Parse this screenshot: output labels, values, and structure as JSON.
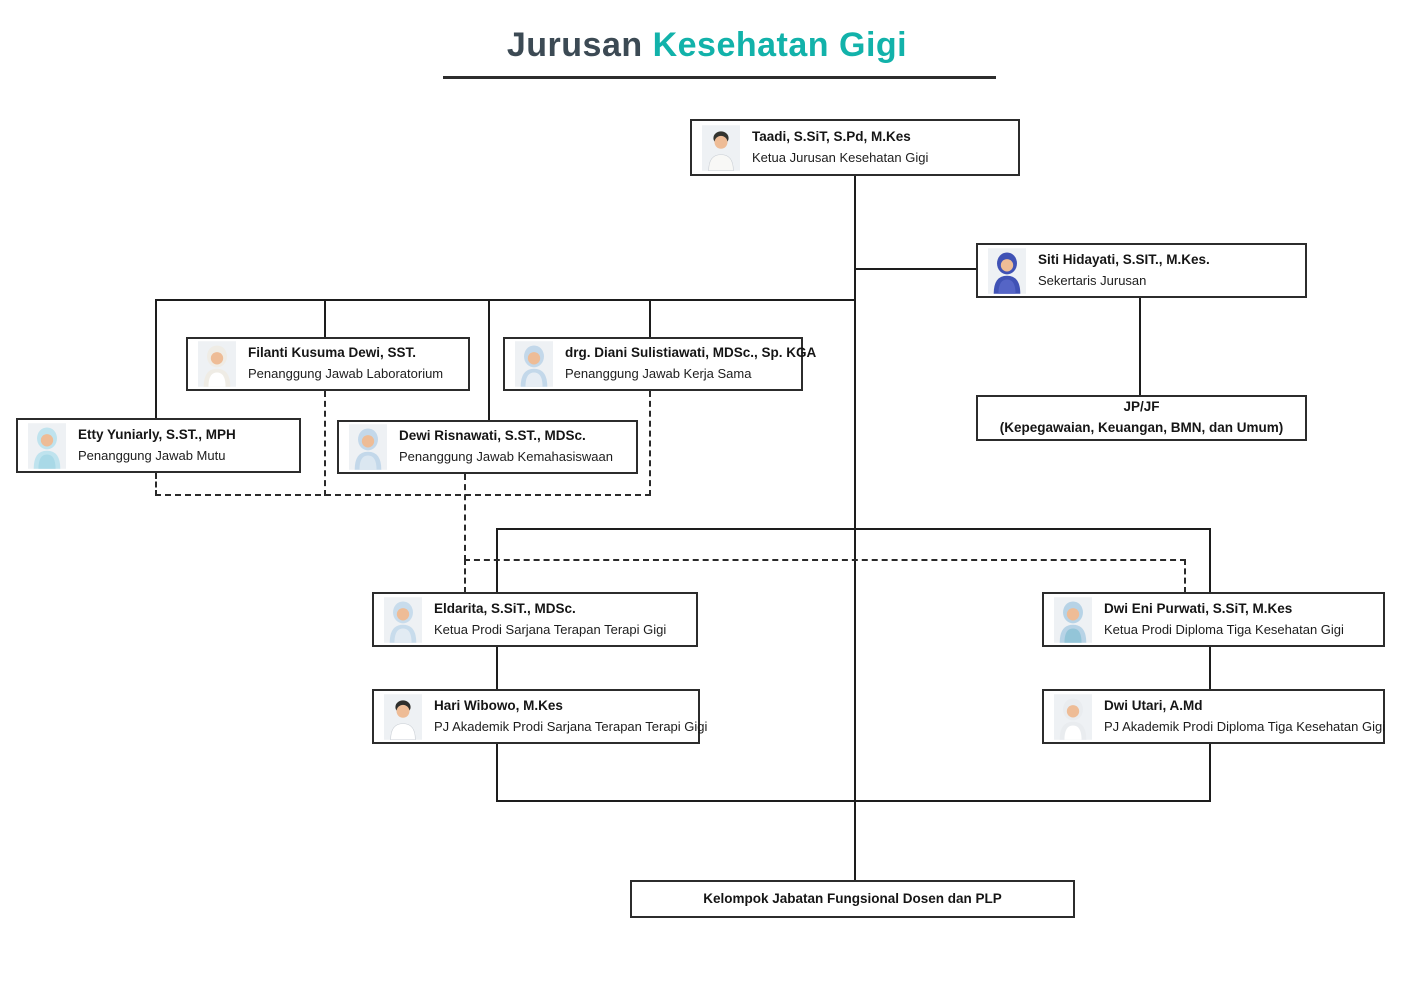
{
  "title": {
    "prefix": "Jurusan ",
    "highlight": "Kesehatan Gigi"
  },
  "colors": {
    "accent": "#12b2aa",
    "heading": "#3c4a54",
    "line": "#1d1d1d"
  },
  "nodes": {
    "taadi": {
      "name": "Taadi, S.SiT, S.Pd, M.Kes",
      "role": "Ketua Jurusan Kesehatan Gigi",
      "avatar": {
        "kind": "male",
        "main": "#33342f",
        "top": "#f8f8f6",
        "skin": "#eebc96"
      }
    },
    "siti": {
      "name": "Siti Hidayati, S.SIT., M.Kes.",
      "role": "Sekertaris Jurusan",
      "avatar": {
        "kind": "hijab",
        "main": "#4052b5",
        "top": "#5565c6",
        "skin": "#eebc96"
      }
    },
    "jpjf": {
      "line1": "JP/JF",
      "line2": "(Kepegawaian, Keuangan, BMN, dan Umum)"
    },
    "filanti": {
      "name": "Filanti Kusuma Dewi, SST.",
      "role": "Penanggung Jawab Laboratorium",
      "avatar": {
        "kind": "hijab",
        "main": "#efece5",
        "top": "#ffffff",
        "skin": "#eebc96"
      }
    },
    "diani": {
      "name": "drg. Diani Sulistiawati, MDSc., Sp. KGA",
      "role": "Penanggung Jawab Kerja Sama",
      "avatar": {
        "kind": "hijab",
        "main": "#c3d8ea",
        "top": "#e6edf4",
        "skin": "#eebc96"
      }
    },
    "etty": {
      "name": "Etty Yuniarly, S.ST., MPH",
      "role": "Penanggung Jawab Mutu",
      "avatar": {
        "kind": "hijab",
        "main": "#bfe3ee",
        "top": "#a9d9e7",
        "skin": "#eebc96"
      }
    },
    "dewi": {
      "name": "Dewi Risnawati, S.ST., MDSc.",
      "role": "Penanggung Jawab Kemahasiswaan",
      "avatar": {
        "kind": "hijab",
        "main": "#c3d8ea",
        "top": "#dbe7f1",
        "skin": "#eebc96"
      }
    },
    "eldarita": {
      "name": "Eldarita, S.SiT., MDSc.",
      "role": "Ketua Prodi Sarjana Terapan Terapi Gigi",
      "avatar": {
        "kind": "hijab",
        "main": "#c8dcec",
        "top": "#e2ebf3",
        "skin": "#eebc96"
      }
    },
    "hari": {
      "name": "Hari Wibowo, M.Kes",
      "role": "PJ Akademik Prodi Sarjana Terapan Terapi Gigi",
      "avatar": {
        "kind": "male",
        "main": "#2e2e2c",
        "top": "#ffffff",
        "skin": "#eebc96"
      }
    },
    "dwieni": {
      "name": "Dwi Eni Purwati, S.SiT, M.Kes",
      "role": "Ketua Prodi Diploma Tiga Kesehatan Gigi",
      "avatar": {
        "kind": "hijab",
        "main": "#b7d3e6",
        "top": "#93c5d8",
        "skin": "#eebc96"
      }
    },
    "dwiutari": {
      "name": "Dwi Utari, A.Md",
      "role": "PJ Akademik Prodi Diploma Tiga Kesehatan Gigi",
      "avatar": {
        "kind": "hijab",
        "main": "#e9ecef",
        "top": "#ffffff",
        "skin": "#eebc96"
      }
    },
    "kelompok": {
      "label": "Kelompok Jabatan Fungsional Dosen dan PLP"
    }
  }
}
